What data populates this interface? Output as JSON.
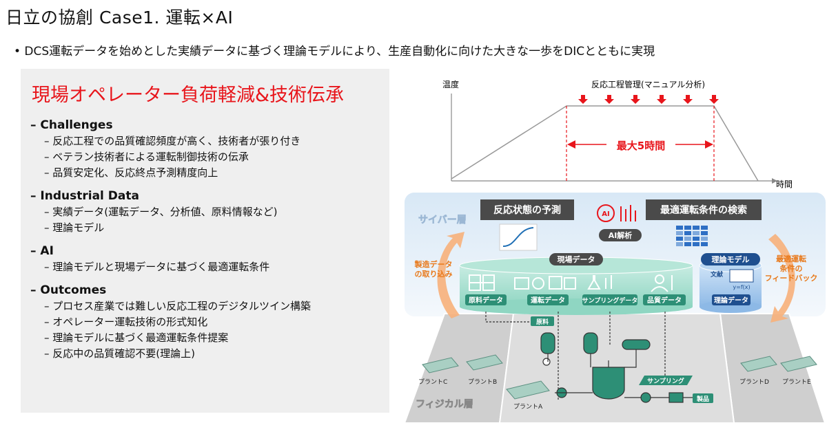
{
  "slide": {
    "title": "日立の協創 Case1. 運転×AI",
    "subtitle": "• DCS運転データを始めとした実績データに基づく理論モデルにより、生産自動化に向けた大きな一歩をDICとともに実現"
  },
  "left_panel": {
    "heading": "現場オペレーター負荷軽減&技術伝承",
    "sections": [
      {
        "title": "– Challenges",
        "items": [
          "– 反応工程での品質確認頻度が高く、技術者が張り付き",
          "– ベテラン技術者による運転制御技術の伝承",
          "– 品質安定化、反応終点予測精度向上"
        ]
      },
      {
        "title": "– Industrial Data",
        "items": [
          "– 実績データ(運転データ、分析値、原料情報など)",
          "– 理論モデル"
        ]
      },
      {
        "title": "– AI",
        "items": [
          "– 理論モデルと現場データに基づく最適運転条件"
        ]
      },
      {
        "title": "– Outcomes",
        "items": [
          "– プロセス産業では難しい反応工程のデジタルツイン構築",
          "– オペレーター運転技術の形式知化",
          "– 理論モデルに基づく最適運転条件提案",
          "– 反応中の品質確認不要(理論上)"
        ]
      }
    ]
  },
  "process_chart": {
    "y_label": "温度",
    "x_label": "時間",
    "annotation": "反応工程管理(マニュアル分析)",
    "duration_label": "最大5時間"
  },
  "diagram": {
    "cyber_layer": "サイバー層",
    "physical_layer": "フィジカル層",
    "predict_box": "反応状態の予測",
    "search_box": "最適運転条件の検索",
    "ai_icon_label": "AI",
    "ai_badge": "AI解析",
    "field_data": "現場データ",
    "theory_model": "理論モデル",
    "left_arrow_label_1": "製造データ",
    "left_arrow_label_2": "の取り込み",
    "right_arrow_label_1": "最適運転",
    "right_arrow_label_2": "条件の",
    "right_arrow_label_3": "フィードバック",
    "raw_data": "原料データ",
    "operation_data": "運転データ",
    "sampling_data": "サンプリングデータ",
    "quality_data": "品質データ",
    "theory_data": "理論データ",
    "literature": "文献",
    "formula": "y=f(x)",
    "raw_material": "原料",
    "sampling": "サンプリング",
    "product": "製品",
    "plant_a": "プラントA",
    "plant_b": "プラントB",
    "plant_c": "プラントC",
    "plant_d": "プラントD",
    "plant_e": "プラントE"
  },
  "colors": {
    "red": "#e8151b",
    "teal": "#5cc3a8",
    "blue": "#2e6fc4",
    "orange": "#f4a460",
    "dark_box": "#4a4a4a"
  }
}
